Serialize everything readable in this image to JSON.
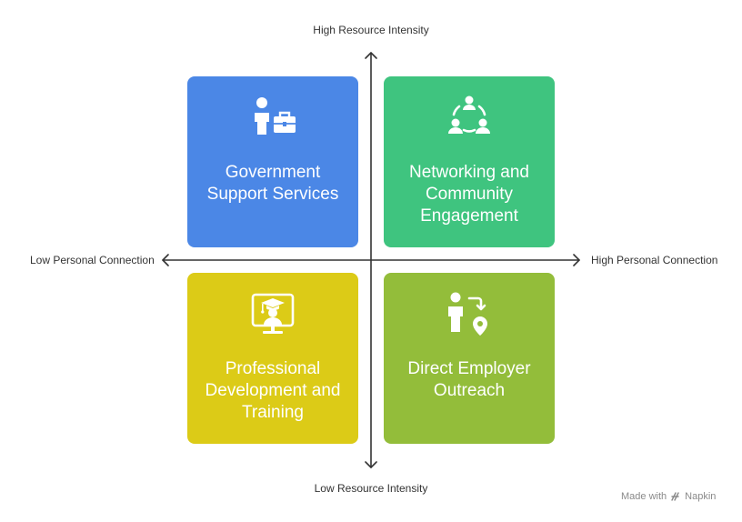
{
  "axes": {
    "top": "High Resource Intensity",
    "bottom": "Low Resource Intensity",
    "left": "Low Personal Connection",
    "right": "High Personal Connection"
  },
  "quadrants": {
    "top_left": {
      "label": "Government Support Services",
      "color": "#4b87e6",
      "icon": "person-briefcase-icon"
    },
    "top_right": {
      "label": "Networking and Community Engagement",
      "color": "#3fc47f",
      "icon": "community-network-icon"
    },
    "bottom_left": {
      "label": "Professional Development and Training",
      "color": "#dccb17",
      "icon": "graduate-monitor-icon"
    },
    "bottom_right": {
      "label": "Direct Employer Outreach",
      "color": "#93bd3a",
      "icon": "person-location-icon"
    }
  },
  "watermark": {
    "prefix": "Made with",
    "brand": "Napkin"
  }
}
